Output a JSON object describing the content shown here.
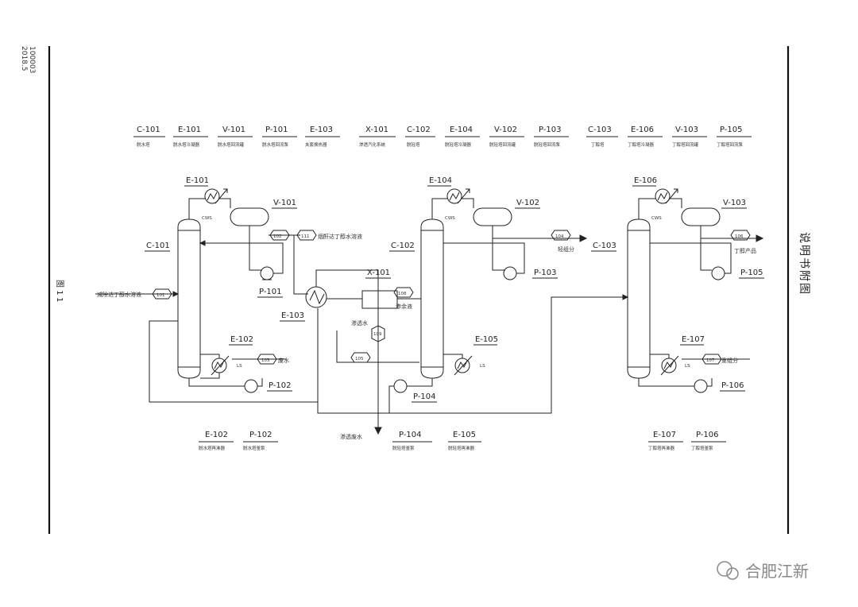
{
  "doc": {
    "id": "100003",
    "date": "2018.5",
    "side_title": "说明书附图",
    "figure_label": "图 1",
    "page_number": "1"
  },
  "legend_top": [
    {
      "code": "C-101",
      "name": "脱水塔"
    },
    {
      "code": "E-101",
      "name": "脱水塔冷凝器"
    },
    {
      "code": "V-101",
      "name": "脱水塔回流罐"
    },
    {
      "code": "P-101",
      "name": "脱水塔回流泵"
    },
    {
      "code": "E-103",
      "name": "夹套换热器"
    },
    {
      "code": "X-101",
      "name": "渗透汽化系统"
    },
    {
      "code": "C-102",
      "name": "脱轻塔"
    },
    {
      "code": "E-104",
      "name": "脱轻塔冷凝器"
    },
    {
      "code": "V-102",
      "name": "脱轻塔回流罐"
    },
    {
      "code": "P-103",
      "name": "脱轻塔回流泵"
    },
    {
      "code": "C-103",
      "name": "丁醇塔"
    },
    {
      "code": "E-106",
      "name": "丁醇塔冷凝器"
    },
    {
      "code": "V-103",
      "name": "丁醇塔回流罐"
    },
    {
      "code": "P-105",
      "name": "丁醇塔回流泵"
    }
  ],
  "legend_bottom": [
    {
      "code": "E-102",
      "name": "脱水塔再沸器"
    },
    {
      "code": "P-102",
      "name": "脱水塔釜泵"
    },
    {
      "code": "P-104",
      "name": "脱轻塔釜泵"
    },
    {
      "code": "E-105",
      "name": "脱轻塔再沸器"
    },
    {
      "code": "E-107",
      "name": "丁醇塔再沸器"
    },
    {
      "code": "P-106",
      "name": "丁醇塔釜泵"
    }
  ],
  "equipment_tags": {
    "c101": "C-101",
    "e101": "E-101",
    "v101": "V-101",
    "p101": "P-101",
    "e102": "E-102",
    "p102": "P-102",
    "e103": "E-103",
    "x101": "X-101",
    "c102": "C-102",
    "e104": "E-104",
    "v102": "V-102",
    "p103": "P-103",
    "e105": "E-105",
    "p104": "P-104",
    "c103": "C-103",
    "e106": "E-106",
    "v103": "V-103",
    "p105": "P-105",
    "e107": "E-107",
    "p106": "P-106"
  },
  "utility": {
    "cws": "CWS",
    "ls": "LS"
  },
  "streams": {
    "s101": {
      "num": "101",
      "label": "减除达丁醇水溶液"
    },
    "s102": {
      "num": "102"
    },
    "s103": {
      "num": "103",
      "label": "废水"
    },
    "s104": {
      "num": "104",
      "label": "轻组分"
    },
    "s105": {
      "num": "105"
    },
    "s106": {
      "num": "106",
      "label": "丁醇产品"
    },
    "s107": {
      "num": "107",
      "label": "重组分"
    },
    "s108": {
      "num": "108",
      "label": "渗余液"
    },
    "s109": {
      "num": "109",
      "label": "渗透水"
    },
    "s111": {
      "num": "111",
      "label": "烟酐达丁醇水溶液"
    },
    "waste": {
      "label": "渗透废水"
    }
  },
  "watermark": {
    "text": "合肥江新"
  }
}
